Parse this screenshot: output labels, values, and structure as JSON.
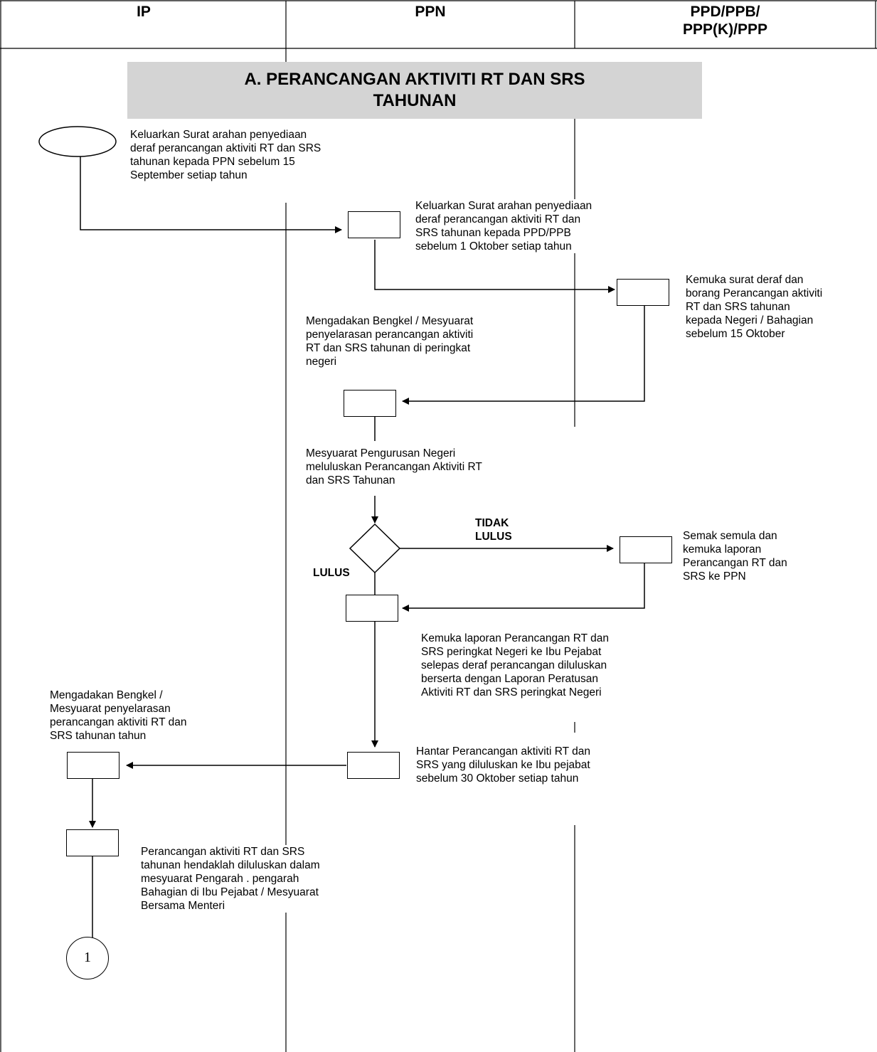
{
  "headers": {
    "col1": "IP",
    "col2": "PPN",
    "col3": "PPD/PPB/\nPPP(K)/PPP"
  },
  "section_title": "A. PERANCANGAN AKTIVITI RT DAN SRS\nTAHUNAN",
  "steps": {
    "s1": "Keluarkan Surat arahan penyediaan\nderaf perancangan aktiviti RT dan SRS\ntahunan kepada PPN sebelum 15\nSeptember setiap tahun",
    "s2": "Keluarkan Surat arahan penyediaan\nderaf perancangan aktiviti RT dan\nSRS tahunan kepada PPD/PPB\nsebelum 1 Oktober setiap tahun",
    "s3": "Kemuka surat deraf dan\nborang Perancangan aktiviti\nRT dan SRS tahunan\nkepada Negeri / Bahagian\nsebelum 15 Oktober",
    "s4": "Mengadakan Bengkel / Mesyuarat\npenyelarasan perancangan aktiviti\nRT dan SRS tahunan di peringkat\nnegeri",
    "s5": "Mesyuarat Pengurusan Negeri\nmeluluskan Perancangan Aktiviti RT\ndan SRS Tahunan",
    "s6": "Semak semula dan\nkemuka laporan\nPerancangan RT dan\nSRS ke PPN",
    "s7": "Kemuka laporan Perancangan RT dan\nSRS peringkat Negeri ke Ibu Pejabat\nselepas deraf perancangan diluluskan\nberserta dengan Laporan Peratusan\nAktiviti RT dan SRS peringkat Negeri",
    "s8": "Mengadakan Bengkel /\nMesyuarat penyelarasan\nperancangan aktiviti RT dan\nSRS tahunan tahun",
    "s9": "Hantar Perancangan aktiviti RT dan\nSRS yang diluluskan ke Ibu pejabat\nsebelum 30 Oktober setiap tahun",
    "s10": "Perancangan aktiviti RT dan SRS\ntahunan hendaklah diluluskan dalam\nmesyuarat Pengarah .  pengarah\nBahagian di Ibu Pejabat / Mesyuarat\nBersama Menteri"
  },
  "decision_labels": {
    "rejected": "TIDAK\nLULUS",
    "approved": "LULUS"
  },
  "connector_label": "1"
}
